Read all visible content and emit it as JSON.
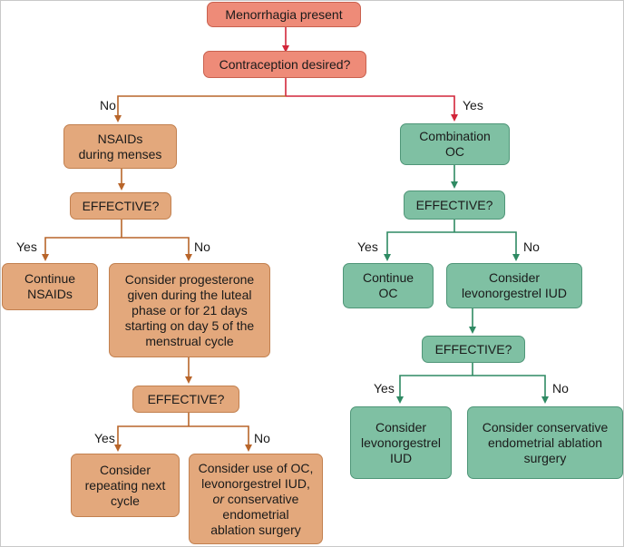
{
  "colors": {
    "red_box": "#ee8b78",
    "orange_box": "#e3a87c",
    "green_box": "#7fc0a3",
    "red_line": "#d2263a",
    "orange_line": "#b8652a",
    "green_line": "#2f8a63"
  },
  "root": {
    "start": "Menorrhagia present",
    "question": "Contraception desired?",
    "no_label": "No",
    "yes_label": "Yes"
  },
  "left": {
    "nsaids": [
      "NSAIDs",
      "during menses"
    ],
    "effective1": "EFFECTIVE?",
    "yes1": "Yes",
    "no1": "No",
    "continue_nsaids": [
      "Continue",
      "NSAIDs"
    ],
    "progesterone": [
      "Consider progesterone",
      "given during the luteal",
      "phase or for 21 days",
      "starting on day 5 of the",
      "menstrual cycle"
    ],
    "effective2": "EFFECTIVE?",
    "yes2": "Yes",
    "no2": "No",
    "repeat": [
      "Consider",
      "repeating next",
      "cycle"
    ],
    "consider_oc": {
      "line1": "Consider use of OC,",
      "line2": "levonorgestrel IUD,",
      "line3_italic": "or",
      "line3_rest": " conservative",
      "line4": "endometrial",
      "line5": "ablation surgery"
    }
  },
  "right": {
    "combination": [
      "Combination",
      "OC"
    ],
    "effective1": "EFFECTIVE?",
    "yes1": "Yes",
    "no1": "No",
    "continue_oc": [
      "Continue",
      "OC"
    ],
    "consider_iud": [
      "Consider",
      "levonorgestrel IUD"
    ],
    "effective2": "EFFECTIVE?",
    "yes2": "Yes",
    "no2": "No",
    "consider_iud2": [
      "Consider",
      "levonorgestrel",
      "IUD"
    ],
    "ablation": [
      "Consider conservative",
      "endometrial ablation",
      "surgery"
    ]
  }
}
